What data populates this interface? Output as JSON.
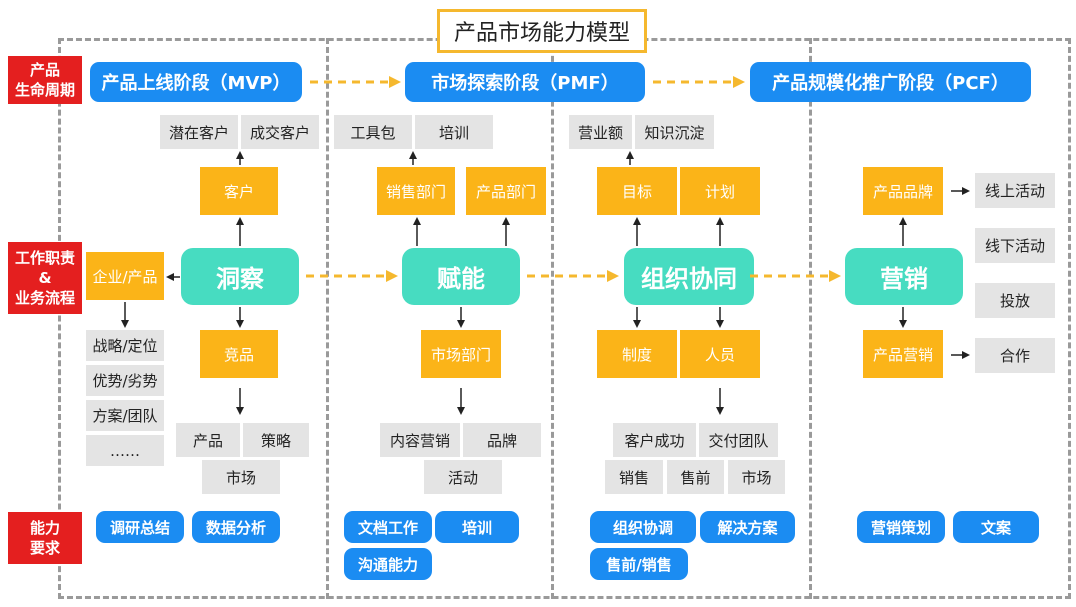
{
  "title": "产品市场能力模型",
  "row_labels": {
    "lifecycle_line1": "产品",
    "lifecycle_line2": "生命周期",
    "duties_line1": "工作职责",
    "duties_line2": "&",
    "duties_line3": "业务流程",
    "ability_line1": "能力",
    "ability_line2": "要求"
  },
  "stages": [
    "产品上线阶段（MVP）",
    "市场探索阶段（PMF）",
    "产品规模化推广阶段（PCF）"
  ],
  "col1": {
    "core": "洞察",
    "customer": "客户",
    "potential_customer": "潜在客户",
    "closed_customer": "成交客户",
    "enterprise_product": "企业/产品",
    "strategy_position": "战略/定位",
    "strengths": "优势/劣势",
    "plan_team": "方案/团队",
    "ellipsis": "……",
    "competitor": "竞品",
    "product": "产品",
    "strategy": "策略",
    "market": "市场",
    "abilities": [
      "调研总结",
      "数据分析"
    ]
  },
  "col2": {
    "core": "赋能",
    "sales_dept": "销售部门",
    "product_dept": "产品部门",
    "toolkit": "工具包",
    "training": "培训",
    "market_dept": "市场部门",
    "content_marketing": "内容营销",
    "brand": "品牌",
    "activity": "活动",
    "abilities": [
      "文档工作",
      "培训",
      "沟通能力"
    ]
  },
  "col3": {
    "core": "组织协同",
    "goal": "目标",
    "plan": "计划",
    "revenue": "营业额",
    "knowledge": "知识沉淀",
    "system": "制度",
    "personnel": "人员",
    "customer_success": "客户成功",
    "delivery_team": "交付团队",
    "sales": "销售",
    "presales": "售前",
    "market": "市场",
    "abilities": [
      "组织协调",
      "解决方案",
      "售前/销售"
    ]
  },
  "col4": {
    "core": "营销",
    "product_brand": "产品品牌",
    "product_marketing": "产品营销",
    "online_activity": "线上活动",
    "offline_activity": "线下活动",
    "advertising": "投放",
    "cooperation": "合作",
    "abilities": [
      "营销策划",
      "文案"
    ]
  },
  "colors": {
    "stage_blue": "#1b8cf2",
    "core_teal": "#47dcc1",
    "orange": "#fbb418",
    "gray": "#e4e4e4",
    "red": "#e41f1f",
    "title_border": "#f5b82e",
    "dash_gray": "#9a9a9a"
  }
}
